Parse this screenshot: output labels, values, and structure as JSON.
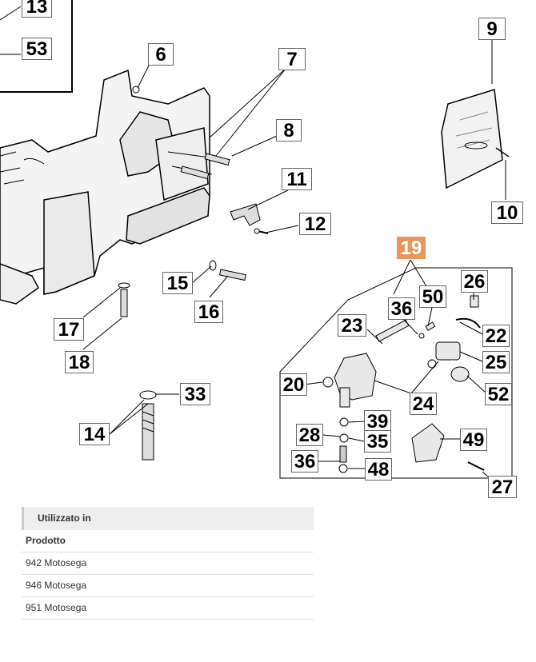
{
  "diagram": {
    "callouts": [
      "13",
      "53",
      "6",
      "7",
      "8",
      "9",
      "10",
      "11",
      "12",
      "19",
      "26",
      "50",
      "36",
      "22",
      "23",
      "25",
      "15",
      "16",
      "17",
      "18",
      "20",
      "24",
      "52",
      "33",
      "39",
      "28",
      "35",
      "14",
      "49",
      "36",
      "48",
      "27"
    ],
    "highlight_color": "#e8955e"
  },
  "used_in": {
    "title": "Utilizzato in",
    "column_header": "Prodotto",
    "rows": [
      "942 Motosega",
      "946 Motosega",
      "951 Motosega"
    ]
  }
}
